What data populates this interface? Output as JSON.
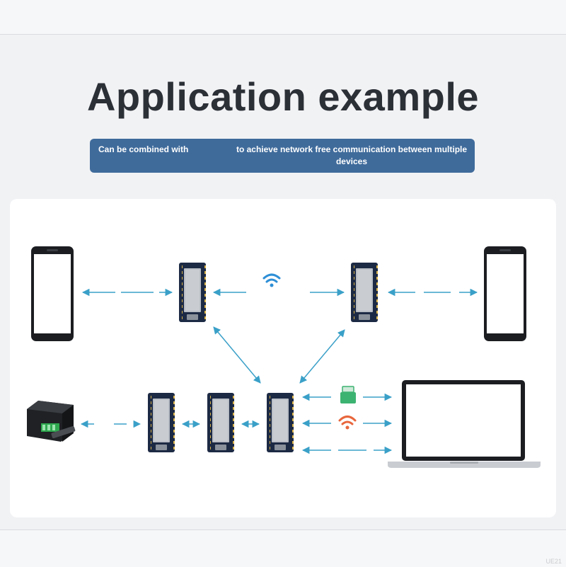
{
  "title": "Application example",
  "banner": {
    "lead": "Can be combined with",
    "rest": "to achieve network free communication between multiple devices"
  },
  "watermark": "UE21",
  "colors": {
    "accent_banner": "#3f6b9b",
    "connector": "#3aa0c8",
    "wifi_blue": "#2e8fd6",
    "wifi_orange": "#e8663c",
    "usb_green": "#3cb371"
  },
  "icons": [
    "smartphone-icon",
    "dev-board-icon",
    "wifi-icon",
    "relay-controller-icon",
    "usb-dongle-icon",
    "laptop-icon"
  ]
}
